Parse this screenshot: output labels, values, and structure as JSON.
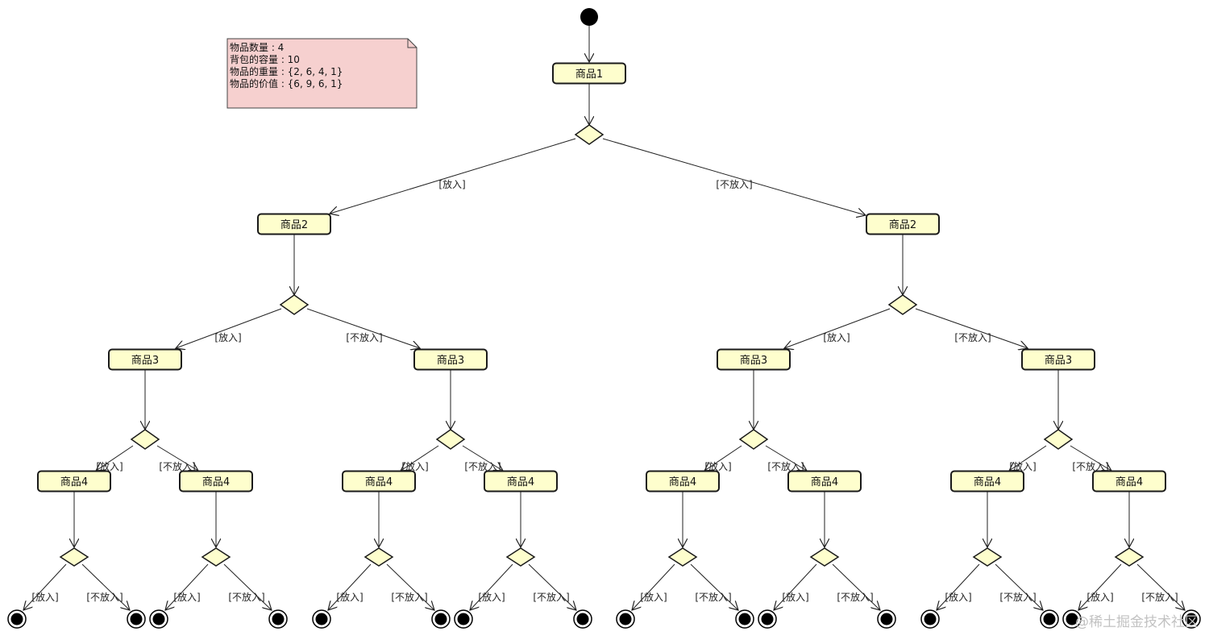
{
  "note": {
    "lines": [
      "物品数量 : 4",
      "背包的容量 : 10",
      "物品的重量 : {2, 6, 4, 1}",
      "物品的价值 : {6, 9, 6, 1}"
    ]
  },
  "node_labels": {
    "item1": "商品1",
    "item2": "商品2",
    "item3": "商品3",
    "item4": "商品4"
  },
  "branch_labels": {
    "put": "[放入]",
    "skip": "[不放入]"
  },
  "watermark": "@稀土掘金技术社区"
}
